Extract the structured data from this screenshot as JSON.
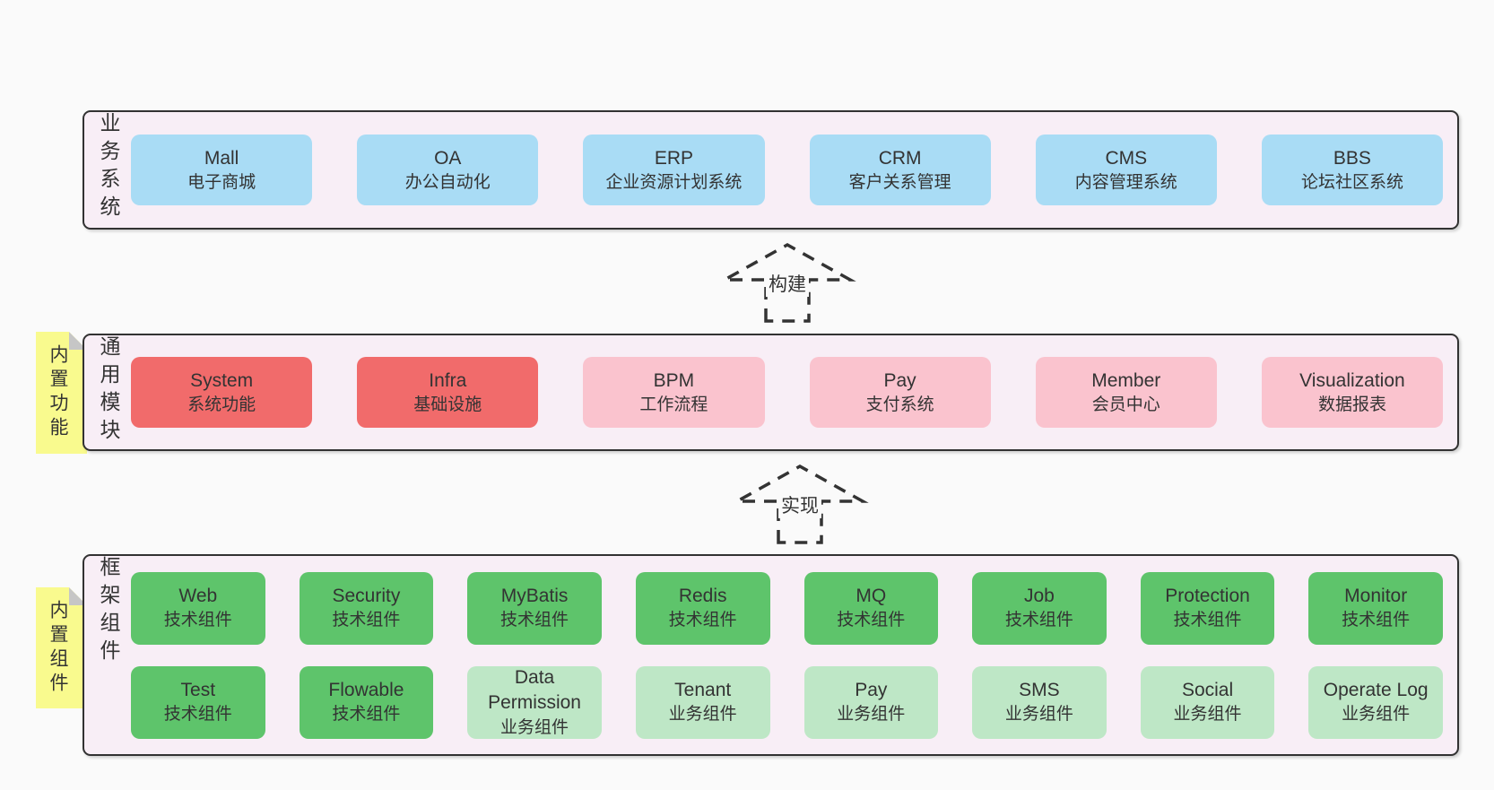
{
  "colors": {
    "page_bg": "#fafafa",
    "panel_bg": "#f8eef6",
    "panel_border": "#323232",
    "blue_box": "#a9dcf5",
    "red_box": "#f16b6b",
    "pink_box": "#fac3ce",
    "green_dark_box": "#5ec46b",
    "green_light_box": "#bee7c6",
    "sticky_bg": "#f9fa8e",
    "sticky_fold": "#c6c6c6",
    "text": "#333333"
  },
  "layers": {
    "business": {
      "label": "业务系统",
      "boxes": [
        {
          "en": "Mall",
          "zh": "电子商城",
          "variant": "blue"
        },
        {
          "en": "OA",
          "zh": "办公自动化",
          "variant": "blue"
        },
        {
          "en": "ERP",
          "zh": "企业资源计划系统",
          "variant": "blue"
        },
        {
          "en": "CRM",
          "zh": "客户关系管理",
          "variant": "blue"
        },
        {
          "en": "CMS",
          "zh": "内容管理系统",
          "variant": "blue"
        },
        {
          "en": "BBS",
          "zh": "论坛社区系统",
          "variant": "blue"
        }
      ]
    },
    "modules": {
      "label": "通用模块",
      "sticky": "内置功能",
      "boxes": [
        {
          "en": "System",
          "zh": "系统功能",
          "variant": "red"
        },
        {
          "en": "Infra",
          "zh": "基础设施",
          "variant": "red"
        },
        {
          "en": "BPM",
          "zh": "工作流程",
          "variant": "pink"
        },
        {
          "en": "Pay",
          "zh": "支付系统",
          "variant": "pink"
        },
        {
          "en": "Member",
          "zh": "会员中心",
          "variant": "pink"
        },
        {
          "en": "Visualization",
          "zh": "数据报表",
          "variant": "pink"
        }
      ]
    },
    "components": {
      "label": "框架组件",
      "sticky": "内置组件",
      "rows": [
        [
          {
            "en": "Web",
            "zh": "技术组件",
            "variant": "green-dark"
          },
          {
            "en": "Security",
            "zh": "技术组件",
            "variant": "green-dark"
          },
          {
            "en": "MyBatis",
            "zh": "技术组件",
            "variant": "green-dark"
          },
          {
            "en": "Redis",
            "zh": "技术组件",
            "variant": "green-dark"
          },
          {
            "en": "MQ",
            "zh": "技术组件",
            "variant": "green-dark"
          },
          {
            "en": "Job",
            "zh": "技术组件",
            "variant": "green-dark"
          },
          {
            "en": "Protection",
            "zh": "技术组件",
            "variant": "green-dark"
          },
          {
            "en": "Monitor",
            "zh": "技术组件",
            "variant": "green-dark"
          }
        ],
        [
          {
            "en": "Test",
            "zh": "技术组件",
            "variant": "green-dark"
          },
          {
            "en": "Flowable",
            "zh": "技术组件",
            "variant": "green-dark"
          },
          {
            "en": "Data Permission",
            "zh": "业务组件",
            "variant": "green-light"
          },
          {
            "en": "Tenant",
            "zh": "业务组件",
            "variant": "green-light"
          },
          {
            "en": "Pay",
            "zh": "业务组件",
            "variant": "green-light"
          },
          {
            "en": "SMS",
            "zh": "业务组件",
            "variant": "green-light"
          },
          {
            "en": "Social",
            "zh": "业务组件",
            "variant": "green-light"
          },
          {
            "en": "Operate Log",
            "zh": "业务组件",
            "variant": "green-light"
          }
        ]
      ]
    }
  },
  "arrows": [
    {
      "label": "构建"
    },
    {
      "label": "实现"
    }
  ]
}
